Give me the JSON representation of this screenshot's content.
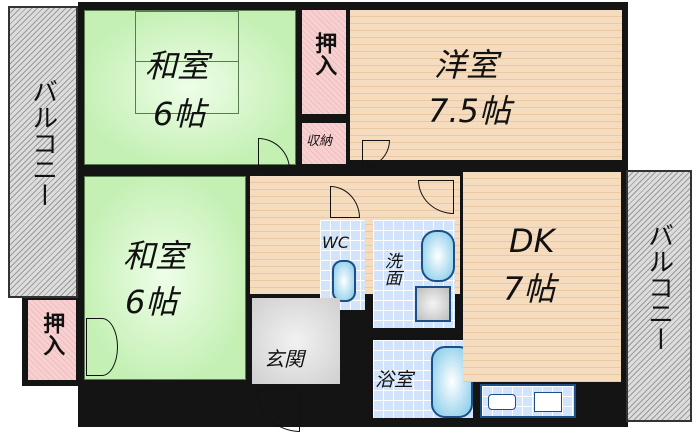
{
  "rooms": {
    "washitsu_top": {
      "name": "和室",
      "size": "6帖"
    },
    "washitsu_bottom": {
      "name": "和室",
      "size": "6帖"
    },
    "yoshitsu": {
      "name": "洋室",
      "size": "7.5帖"
    },
    "dk": {
      "name": "DK",
      "size": "7帖"
    },
    "oshiire_top": "押入",
    "oshiire_bottom": "押入",
    "shuno": "収納",
    "wc": "WC",
    "senmen": "洗面",
    "genkan": "玄関",
    "yokushitsu": "浴室",
    "balcony_left": "バルコニー",
    "balcony_right": "バルコニー"
  },
  "colors": {
    "tatami": "#c4f0b4",
    "wood": "#f6dcbf",
    "closet": "#f5caca",
    "tile": "#d2e4fb",
    "wall": "#141414"
  }
}
